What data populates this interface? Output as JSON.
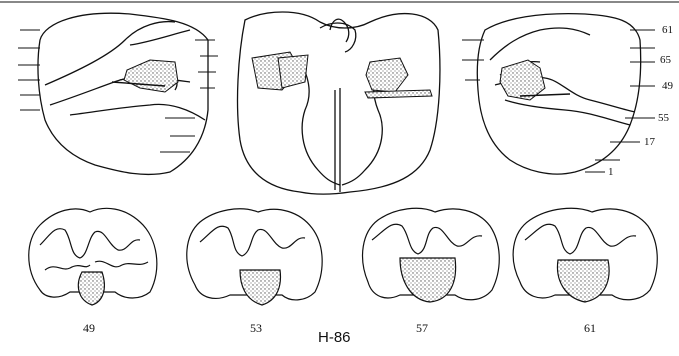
{
  "figure": {
    "case_id": "H-86",
    "level_ticks": [
      "61",
      "65",
      "49",
      "55",
      "17",
      "1"
    ],
    "section_labels": [
      "49",
      "53",
      "57",
      "61"
    ],
    "colors": {
      "ink": "#111111",
      "stipple": "#555555",
      "background": "#ffffff"
    }
  }
}
